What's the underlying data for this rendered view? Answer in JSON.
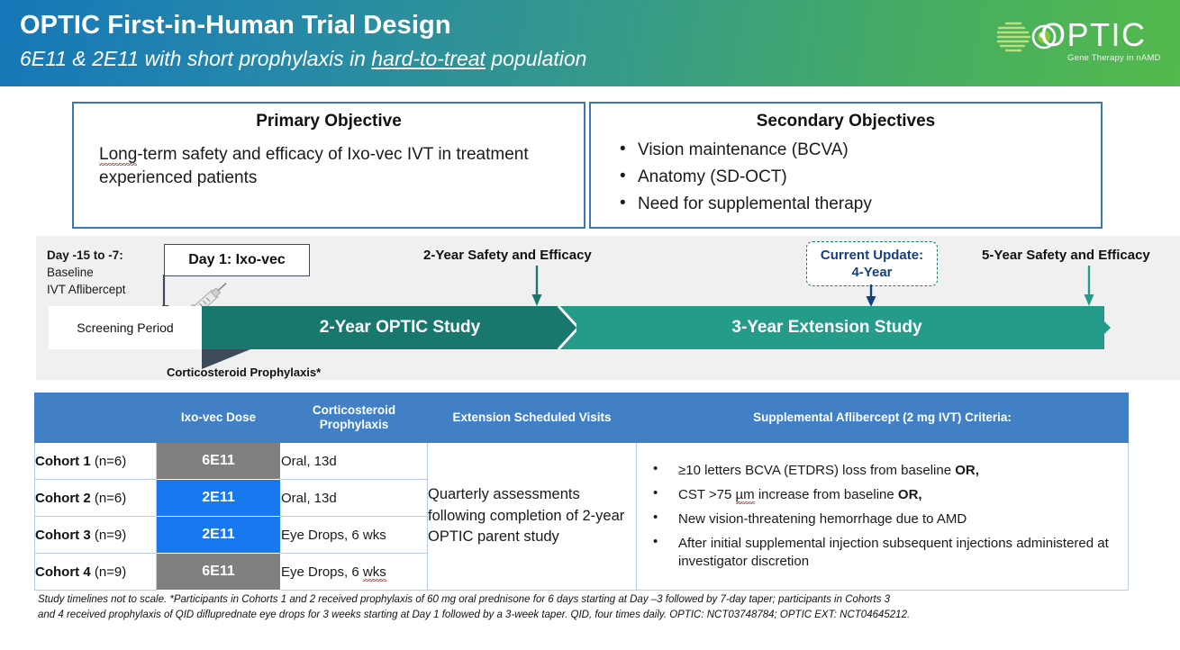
{
  "header": {
    "title": "OPTIC First-in-Human Trial Design",
    "subtitle_pre": "6E11 & 2E11 with short prophylaxis in ",
    "subtitle_underlined": "hard-to-treat",
    "subtitle_post": " population",
    "logo_word": "OPTIC",
    "logo_tagline": "Gene Therapy in nAMD",
    "gradient_start": "#1677b8",
    "gradient_end": "#53b94b"
  },
  "primary_objective": {
    "title": "Primary Objective",
    "body_misspelled": "Long",
    "body_rest": "-term safety and efficacy of Ixo-vec IVT in treatment experienced patients"
  },
  "secondary_objective": {
    "title": "Secondary Objectives",
    "items": [
      "Vision maintenance (BCVA)",
      "Anatomy (SD-OCT)",
      "Need for supplemental therapy"
    ]
  },
  "timeline": {
    "day_label_bold": "Day -15 to -7:",
    "day_label_line2": "Baseline",
    "day_label_line3": "IVT Aflibercept",
    "day1_box": "Day 1: Ixo-vec",
    "screening": "Screening Period",
    "bar_2year": "2-Year OPTIC Study",
    "bar_3year": "3-Year Extension Study",
    "wedge_label": "Corticosteroid Prophylaxis*",
    "marker_2year": "2-Year Safety and Efficacy",
    "marker_5year": "5-Year Safety and Efficacy",
    "update_line1": "Current Update:",
    "update_line2": "4-Year",
    "color_2year": "#19786e",
    "color_3year": "#259b8a",
    "color_update_text": "#17407f"
  },
  "table": {
    "header_color": "#4180c4",
    "columns": [
      "",
      "Ixo-vec Dose",
      "Corticosteroid Prophylaxis",
      "Extension Scheduled Visits",
      "Supplemental Aflibercept (2 mg IVT) Criteria:"
    ],
    "rows": [
      {
        "cohort": "Cohort 1",
        "n": " (n=6)",
        "dose": "6E11",
        "dose_color": "#808080",
        "prophylaxis": "Oral, 13d",
        "prophylaxis_misspelled": ""
      },
      {
        "cohort": "Cohort 2",
        "n": " (n=6)",
        "dose": "2E11",
        "dose_color": "#1878f0",
        "prophylaxis": "Oral, 13d",
        "prophylaxis_misspelled": ""
      },
      {
        "cohort": "Cohort 3",
        "n": " (n=9)",
        "dose": "2E11",
        "dose_color": "#1878f0",
        "prophylaxis": "Eye Drops, 6 wks",
        "prophylaxis_misspelled": ""
      },
      {
        "cohort": "Cohort 4",
        "n": " (n=9)",
        "dose": "6E11",
        "dose_color": "#808080",
        "prophylaxis": "Eye Drops, 6 ",
        "prophylaxis_misspelled": "wks"
      }
    ],
    "visits_cell": "Quarterly assessments following completion of 2-year OPTIC parent study",
    "criteria": [
      {
        "pre": "≥10 letters BCVA (ETDRS) loss from baseline ",
        "bold": "OR,",
        "post": "",
        "squiggle": ""
      },
      {
        "pre": "CST >75 ",
        "squiggle": "µm",
        "post": " increase from baseline ",
        "bold": "OR,"
      },
      {
        "pre": "New vision-threatening hemorrhage due to AMD",
        "bold": "",
        "post": "",
        "squiggle": ""
      },
      {
        "pre": "After initial supplemental injection subsequent injections administered at investigator discretion",
        "bold": "",
        "post": "",
        "squiggle": ""
      }
    ]
  },
  "footnote": {
    "line1": "Study timelines not to scale. *Participants in Cohorts 1 and 2 received prophylaxis of 60 mg oral prednisone for 6 days starting at Day –3 followed by 7-day taper; participants in Cohorts 3",
    "line2": "and 4 received prophylaxis of QID difluprednate eye drops for 3 weeks starting at Day 1 followed by a 3-week taper. QID, four times daily. OPTIC: NCT03748784; OPTIC EXT: NCT04645212."
  }
}
